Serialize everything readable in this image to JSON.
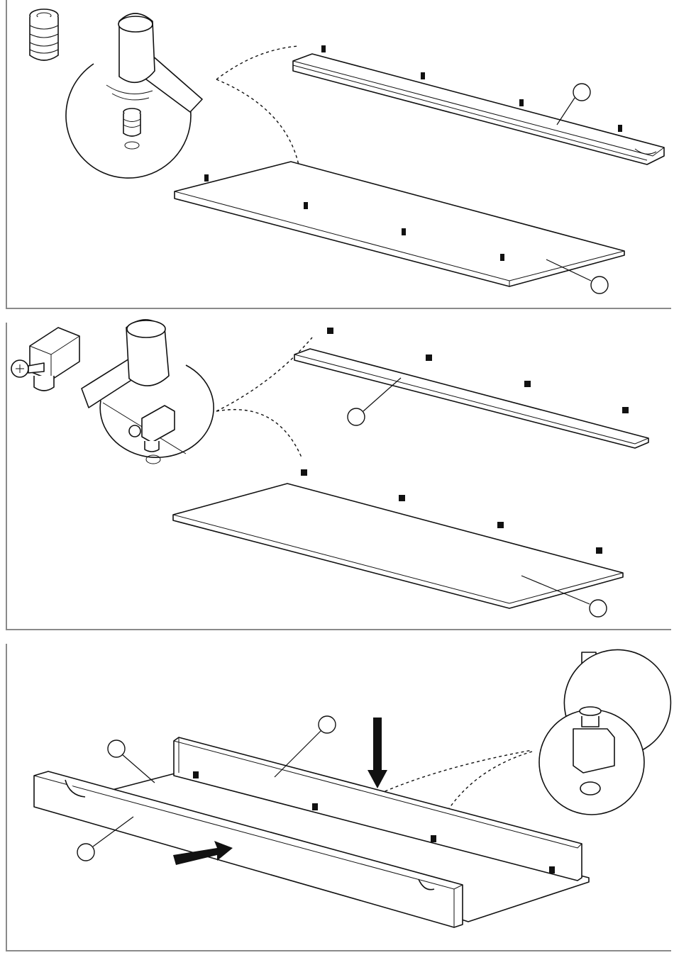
{
  "steps": [
    {
      "id": "step-1",
      "hardware": "dowel-insert",
      "tool": "hammer-icon",
      "callout_count": 2
    },
    {
      "id": "step-2",
      "hardware": "cam-connector-with-screw",
      "tool": "hammer-icon",
      "callout_count": 2
    },
    {
      "id": "step-3",
      "hardware": "cam-post-screw",
      "tool": "screwdriver-icon",
      "callout_count": 3
    }
  ],
  "colors": {
    "line": "#111111",
    "frame": "#8a8a8a",
    "background": "#ffffff"
  }
}
